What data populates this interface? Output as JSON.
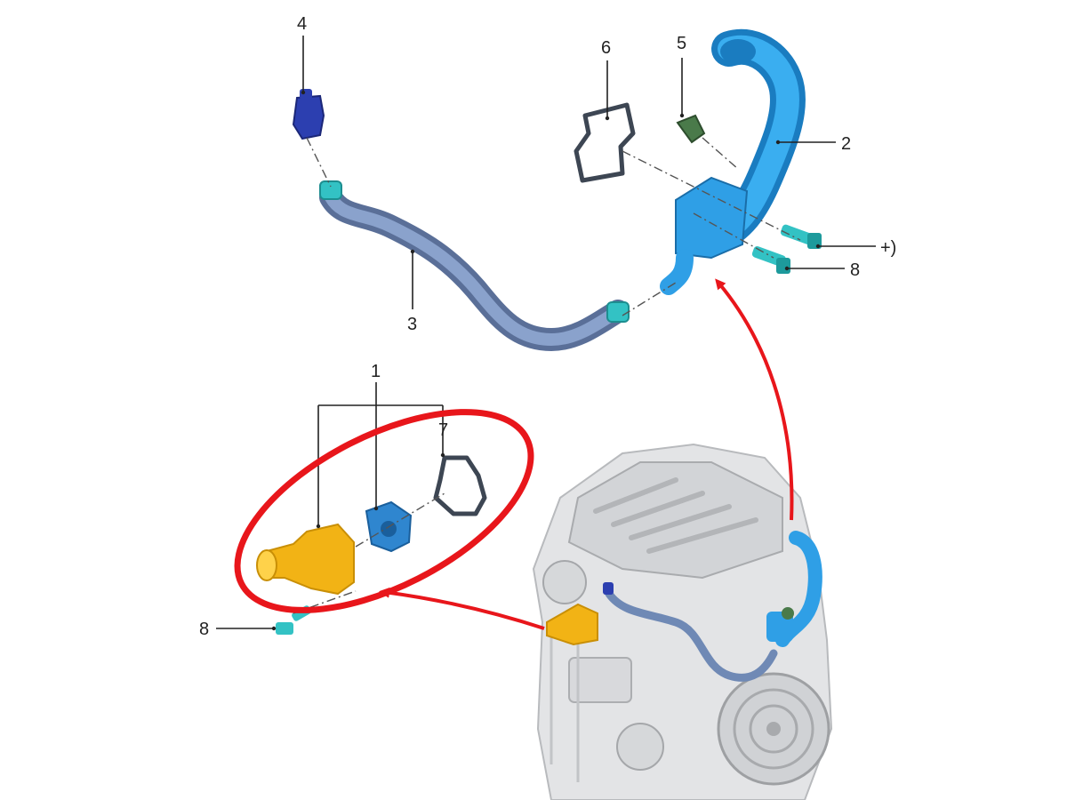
{
  "colors": {
    "hose": "#6f89b5",
    "outlet_pipe": "#2f9fe6",
    "housing": "#f2b315",
    "thermostat": "#2f86cf",
    "gasket": "#3d4653",
    "sensor": "#4a7a4a",
    "connector": "#2c3fb0",
    "bolt": "#33c2c4",
    "highlight": "#e8161b",
    "engine": "#d9dadd"
  },
  "callouts": {
    "c1": "1",
    "c2": "2",
    "c3": "3",
    "c4": "4",
    "c5": "5",
    "c6": "6",
    "c7": "7",
    "c8_top": "8",
    "c8_bottom": "8",
    "c_plus": "+)"
  }
}
